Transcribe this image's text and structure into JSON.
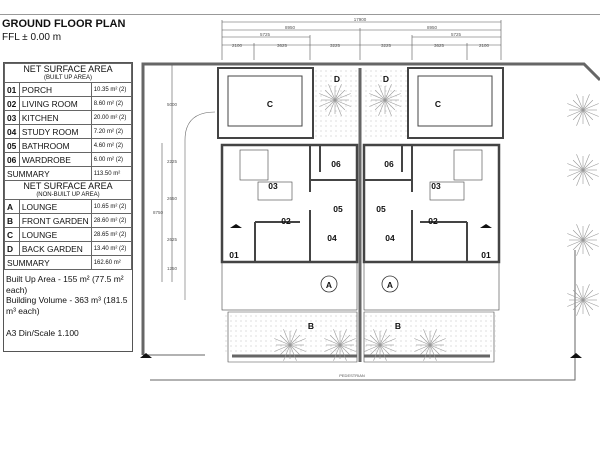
{
  "header": {
    "title": "GROUND FLOOR PLAN",
    "ffl": "FFL ± 0.00 m"
  },
  "built_up": {
    "heading": "NET SURFACE AREA",
    "subheading": "(BUILT UP AREA)",
    "rows": [
      {
        "num": "01",
        "name": "PORCH",
        "area": "10.35 m² (2)"
      },
      {
        "num": "02",
        "name": "LIVING ROOM",
        "area": "8.60 m² (2)"
      },
      {
        "num": "03",
        "name": "KITCHEN",
        "area": "20.00 m² (2)"
      },
      {
        "num": "04",
        "name": "STUDY ROOM",
        "area": "7.20 m² (2)"
      },
      {
        "num": "05",
        "name": "BATHROOM",
        "area": "4.60 m² (2)"
      },
      {
        "num": "06",
        "name": "WARDROBE",
        "area": "6.00 m² (2)"
      }
    ],
    "summary_label": "SUMMARY",
    "summary_value": "113.50 m²"
  },
  "non_built_up": {
    "heading": "NET SURFACE AREA",
    "subheading": "(NON-BUILT UP AREA)",
    "rows": [
      {
        "num": "A",
        "name": "LOUNGE",
        "area": "10.65 m² (2)"
      },
      {
        "num": "B",
        "name": "FRONT GARDEN",
        "area": "28.60 m² (2)"
      },
      {
        "num": "C",
        "name": "LOUNGE",
        "area": "28.65 m² (2)"
      },
      {
        "num": "D",
        "name": "BACK GARDEN",
        "area": "13.40 m² (2)"
      }
    ],
    "summary_label": "SUMMARY",
    "summary_value": "162.60 m²"
  },
  "notes": {
    "built_up": "Built Up Area - 155 m² (77.5 m² each)",
    "volume": "Building Volume - 363 m³ (181.5 m³ each)",
    "scale": "A3 Din/Scale 1.100"
  },
  "plan": {
    "dims_top": {
      "total": "17900",
      "half_l": "8950",
      "half_r": "8950",
      "sub_l": "5725",
      "sub_r": "5725",
      "seg": [
        "2100",
        "3625",
        "3225",
        "3225",
        "3625",
        "2100"
      ]
    },
    "dims_left": {
      "top": "5000",
      "total": "8750",
      "seg": [
        "2225",
        "2650",
        "2625",
        "1250"
      ]
    },
    "rooms_left": {
      "d": "D",
      "c": "C",
      "r06": "06",
      "r03": "03",
      "r05": "05",
      "r02": "02",
      "r04": "04",
      "r01": "01",
      "a": "A",
      "b": "B"
    },
    "rooms_right": {
      "d": "D",
      "c": "C",
      "r06": "06",
      "r03": "03",
      "r05": "05",
      "r02": "02",
      "r04": "04",
      "r01": "01",
      "a": "A",
      "b": "B"
    },
    "street_label": "PEDESTRIAN"
  }
}
